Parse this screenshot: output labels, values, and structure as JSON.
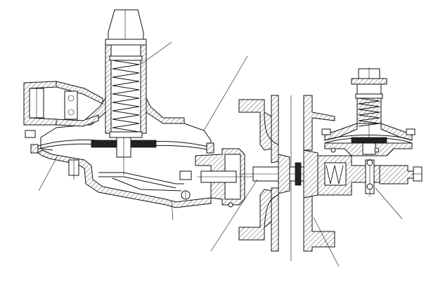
{
  "drawing": {
    "subject": "",
    "colors": {
      "line": "#111111",
      "background": "#ffffff"
    },
    "parts": [
      {
        "id": "main-spring-housing",
        "label": ""
      },
      {
        "id": "main-spring",
        "label": ""
      },
      {
        "id": "main-diaphragm",
        "label": ""
      },
      {
        "id": "lower-body",
        "label": ""
      },
      {
        "id": "lever-linkage",
        "label": ""
      },
      {
        "id": "valve-body-flange",
        "label": ""
      },
      {
        "id": "pilot-spring-housing",
        "label": ""
      },
      {
        "id": "pilot-spring",
        "label": ""
      },
      {
        "id": "pilot-diaphragm",
        "label": ""
      },
      {
        "id": "valve-stem-assembly",
        "label": ""
      }
    ]
  }
}
